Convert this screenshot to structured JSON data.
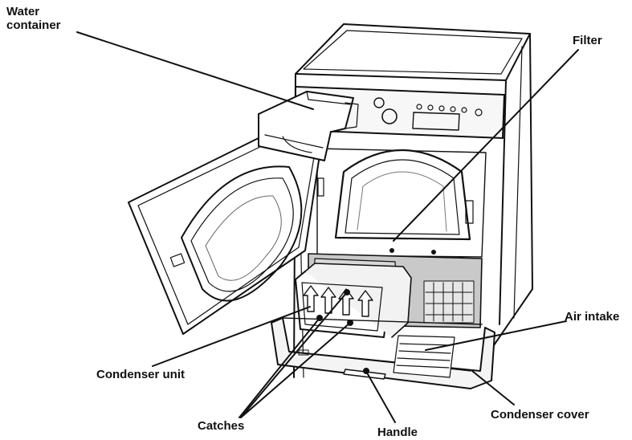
{
  "diagram": {
    "labels": {
      "water_container_line1": "Water",
      "water_container_line2": "container",
      "filter": "Filter",
      "air_intake": "Air intake",
      "condenser_unit": "Condenser unit",
      "condenser_cover": "Condenser cover",
      "catches": "Catches",
      "handle": "Handle"
    },
    "colors": {
      "ink": "#111111",
      "shade": "#c9c9c9",
      "panel": "#f4f4f4"
    }
  }
}
